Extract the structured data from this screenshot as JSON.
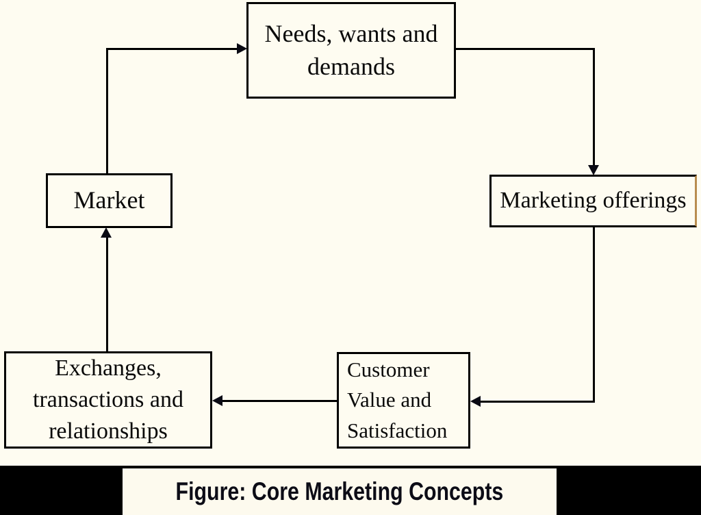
{
  "figure": {
    "caption": "Figure: Core Marketing Concepts",
    "nodes": {
      "needs": "Needs, wants and\ndemands",
      "offerings": "Marketing offerings",
      "market": "Market",
      "customer": "Customer\nValue and\nSatisfaction",
      "exchanges": "Exchanges,\ntransactions and\nrelationships"
    },
    "edges": [
      {
        "from": "Market",
        "to": "Needs, wants and demands"
      },
      {
        "from": "Needs, wants and demands",
        "to": "Marketing offerings"
      },
      {
        "from": "Marketing offerings",
        "to": "Customer Value and Satisfaction"
      },
      {
        "from": "Customer Value and Satisfaction",
        "to": "Exchanges, transactions and relationships"
      },
      {
        "from": "Exchanges, transactions and relationships",
        "to": "Market"
      }
    ],
    "colors": {
      "background": "#fefcf1",
      "line": "#000000",
      "box_border": "#000000",
      "caption_bar": "#000000",
      "caption_text": "#0c0c16"
    }
  }
}
